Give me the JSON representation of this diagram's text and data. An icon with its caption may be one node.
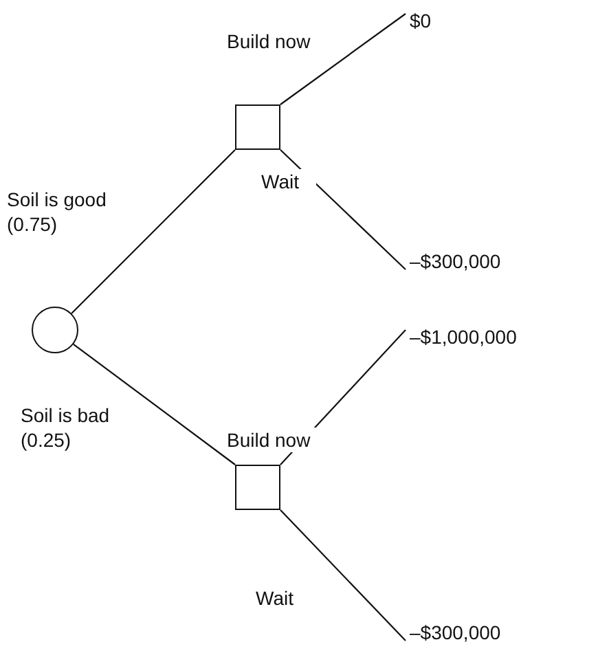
{
  "diagram": {
    "nodes": [
      {
        "text": [],
        "shape": "circle"
      },
      {
        "text": [],
        "shape": "box"
      },
      {
        "text": [],
        "shape": "box"
      },
      {
        "text": [
          "$0"
        ]
      },
      {
        "text": [
          "–$300,000"
        ]
      },
      {
        "text": [
          "–$1,000,000"
        ]
      },
      {
        "text": [
          "–$300,000"
        ]
      }
    ],
    "edges": [
      {
        "from": 0,
        "to": 1,
        "arrow": "none",
        "label": "Soil is good (0.75)"
      },
      {
        "from": 1,
        "to": 3,
        "arrow": "none",
        "label": "Build now"
      },
      {
        "from": 1,
        "to": 4,
        "arrow": "none",
        "label": "Wait"
      },
      {
        "from": 0,
        "to": 2,
        "arrow": "none",
        "label": "Soil is bad (0.25)"
      },
      {
        "from": 2,
        "to": 5,
        "arrow": "none",
        "label": "Build now"
      },
      {
        "from": 2,
        "to": 6,
        "arrow": "none",
        "label": "Wait"
      }
    ]
  }
}
